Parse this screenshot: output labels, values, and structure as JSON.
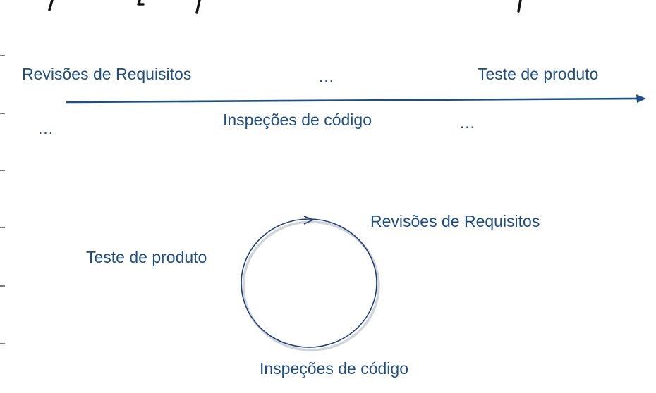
{
  "colors": {
    "text": "#1f4f82",
    "arrow": "#1f4f82",
    "cycle_arrow": "#1f3f7a",
    "ink": "#111111",
    "margin_ticks": "#4a4a4a"
  },
  "linear": {
    "left_label": "Revisões de Requisitos",
    "top_ellipsis": "…",
    "right_label": "Teste de produto",
    "left_ellipsis": "…",
    "bottom_label": "Inspeções de código",
    "right_ellipsis": "…"
  },
  "cycle": {
    "top_right_label": "Revisões de Requisitos",
    "left_label": "Teste de produto",
    "bottom_label": "Inspeções de código"
  },
  "icons": {
    "timeline_arrow": "arrow-right-icon",
    "cycle_arrowhead": "chevron-right-icon"
  }
}
